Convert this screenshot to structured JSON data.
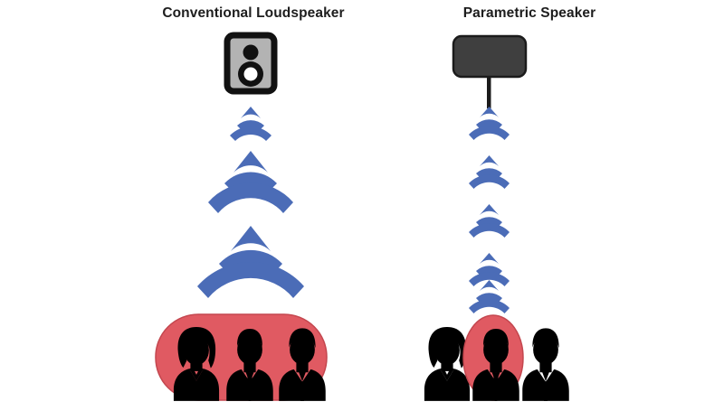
{
  "figure": {
    "type": "diagram",
    "subject": "Comparison of sound dispersion between a conventional loudspeaker and a parametric speaker",
    "background_color": "#ffffff"
  },
  "panels": [
    {
      "id": "conventional",
      "title": "Conventional Loudspeaker",
      "speaker": {
        "icon_name": "loudspeaker-cabinet-icon",
        "frame_color": "#111111",
        "body_color": "#b3b3b3",
        "tweeter_color": "#111111",
        "woofer_ring_color": "#111111",
        "woofer_center_color": "#ffffff"
      },
      "sound_waves": {
        "color": "#4b6cb7",
        "group_count": 3,
        "pattern": "expanding",
        "arcs_per_group": 2,
        "description": "Wave groups widen with distance, spreading sound across the whole audience"
      },
      "audience": {
        "highlight_shape": "rounded-rectangle",
        "highlight_color": "#e05a62",
        "highlight_stroke": "#c4474f",
        "people_count": 3,
        "highlighted_count": 3,
        "people": [
          {
            "name": "woman-teal-top",
            "hair": "#4a3226",
            "skin": "#cf9c77",
            "clothing": "#3ba7cc"
          },
          {
            "name": "man-dark-suit",
            "hair": "#9c5b3c",
            "skin": "#f7d9b4",
            "clothing": "#3a3a3a",
            "shirt": "#ffffff",
            "tie": "#cf3340"
          },
          {
            "name": "man-navy-jacket",
            "hair": "#1e1e22",
            "skin": "#f7d9b4",
            "clothing": "#2f4572",
            "shirt": "#e8edf5"
          }
        ]
      }
    },
    {
      "id": "parametric",
      "title": "Parametric Speaker",
      "speaker": {
        "icon_name": "parametric-panel-speaker-icon",
        "panel_color": "#3f3f3f",
        "panel_stroke": "#1b1b1b",
        "stem_color": "#1b1b1b"
      },
      "sound_waves": {
        "color": "#4b6cb7",
        "group_count": 5,
        "pattern": "collimated-beam",
        "arcs_per_group": 2,
        "description": "Wave groups stay the same narrow width, forming a directed beam"
      },
      "audience": {
        "highlight_shape": "ellipse",
        "highlight_color": "#e05a62",
        "highlight_stroke": "#c4474f",
        "people_count": 3,
        "highlighted_count": 1,
        "highlighted_index": 1,
        "people": [
          {
            "name": "woman-teal-top",
            "hair": "#4a3226",
            "skin": "#cf9c77",
            "clothing": "#3ba7cc"
          },
          {
            "name": "man-dark-suit",
            "hair": "#9c5b3c",
            "skin": "#f7d9b4",
            "clothing": "#3a3a3a",
            "shirt": "#ffffff",
            "tie": "#cf3340"
          },
          {
            "name": "man-navy-jacket",
            "hair": "#1e1e22",
            "skin": "#f7d9b4",
            "clothing": "#2f4572",
            "shirt": "#e8edf5"
          }
        ]
      }
    }
  ],
  "palette": {
    "wave_blue": "#4b6cb7",
    "highlight_red": "#e05a62",
    "highlight_red_stroke": "#c4474f",
    "teal": "#3ba7cc",
    "navy": "#2f4572",
    "suit_dark": "#3a3a3a",
    "tie_red": "#cf3340",
    "skin_light": "#f7d9b4",
    "skin_tan": "#cf9c77",
    "hair_brown": "#4a3226",
    "hair_auburn": "#9c5b3c",
    "hair_black": "#1e1e22",
    "speaker_black": "#111111",
    "speaker_gray": "#b3b3b3",
    "panel_gray": "#3f3f3f",
    "title_text": "#1d1d1d"
  }
}
